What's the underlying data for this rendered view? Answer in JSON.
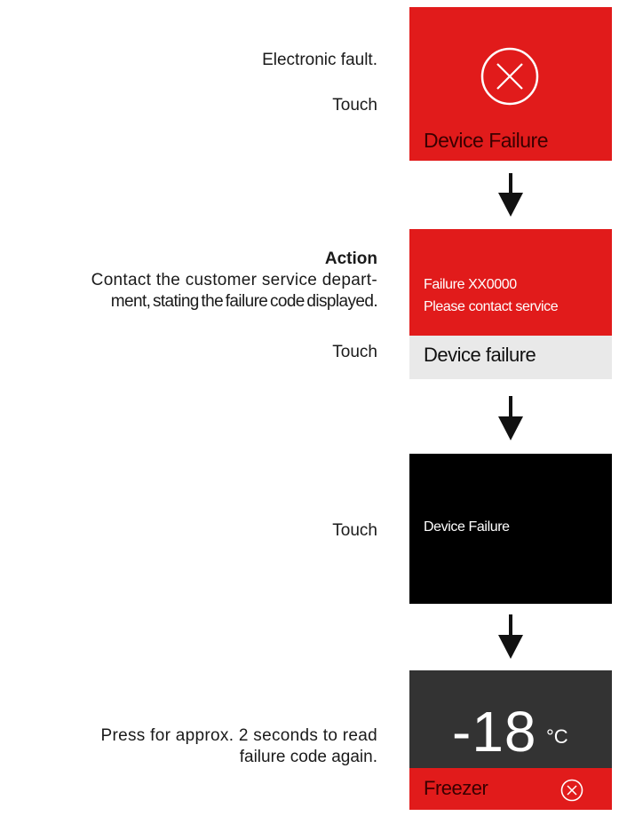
{
  "step1": {
    "description": "Electronic fault.",
    "instruction": "Touch",
    "screen_title": "Device Failure",
    "icon": "circle-x-icon"
  },
  "step2": {
    "action_heading": "Action",
    "action_line1": "Contact the customer service depart-",
    "action_line2": "ment, stating the failure code displayed.",
    "instruction": "Touch",
    "screen_line1": "Failure XX0000",
    "screen_line2": "Please contact service",
    "screen_footer": "Device failure"
  },
  "step3": {
    "instruction": "Touch",
    "screen_text": "Device Failure"
  },
  "step4": {
    "instruction_line1": "Press for approx. 2 seconds to read",
    "instruction_line2": "failure code again.",
    "temperature": "-18",
    "unit": "°C",
    "zone_label": "Freezer",
    "icon": "circle-x-icon"
  },
  "colors": {
    "alert_red": "#e11b1b",
    "dark_panel": "#333333",
    "black_panel": "#000000",
    "light_footer": "#e9e9e9"
  }
}
